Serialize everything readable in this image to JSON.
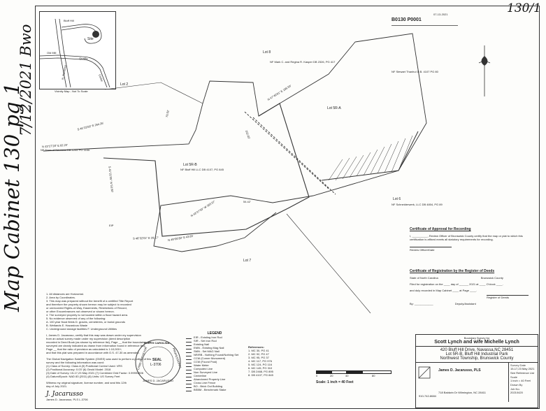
{
  "handwriting": {
    "cabinet": "Map Cabinet 130 pg 1",
    "date": "7/12/2021 Bwo",
    "page": "130/1"
  },
  "stamp": {
    "book_page": "B0130 P0001",
    "date": "07-13-2021"
  },
  "vicinity": {
    "road_bluff_hill": "Bluff Hill",
    "road_old_mill": "Old Mill",
    "road_navassa": "N. Navassa",
    "road_quality": "Quality",
    "road_cedar": "Cedar",
    "site": "Site",
    "caption": "Vicinity Map - Not To Scale"
  },
  "plat_labels": {
    "lot2": "Lot 2",
    "lot8": "Lot 8",
    "lot5rb": "Lot 5R-B",
    "lot5ra": "Lot 5R-A",
    "lot7": "Lot 7",
    "lot6": "Lot 6",
    "dim1": "S 46°23'59\" E 264.26'",
    "dim2": "N 43°27'28\" E 82.20'",
    "dim3": "S 46°32'01\" E 29.17'",
    "dim4": "N 49°00'30\" E 43.65'",
    "dim5": "S 41°21'05\" W 53.50'",
    "dim6": "N 47°40'01\" E 185.59'",
    "dim7": "N 43°27'33\" W 203.57'",
    "iron": "EIP",
    "dist1": "102.03'",
    "dist2": "76.52'",
    "dist3": "54.42'",
    "owner1": "NF Town of Navassa DB 1245 PG 1155",
    "owner2": "NF Bluff Hill LLC DB 4107, PG 845",
    "owner3": "NF Schneiderwerk, LLC DB 4804, PG 89",
    "owner4": "NF Mark C. and Regina R. Kasper DB 2326, PG 417",
    "owner5": "NF Stewart Thanhul D.B. 4107 PG 80"
  },
  "approval": {
    "heading": "Certificate of Approval for Recording",
    "body": "I, __________, Review Officer of Brunswick County certify that the map or plat to which this certification is affixed meets all statutory requirements for recording.",
    "signer": "Review Officer/Date"
  },
  "registration": {
    "heading": "Certificate of Registration by the Register of Deeds",
    "state": "State of North Carolina",
    "county": "Brunswick County",
    "line1": "Filed for registration on the ____ day of ______ 2021 at ____ O'clock ____.",
    "line2": "and duly recorded in Map Cabinet ____ at Page ____.",
    "register": "Register of Deeds",
    "deputy": "Deputy/Assistant",
    "by": "By: ____________"
  },
  "notes": {
    "items": [
      "1. All distances are Horizontal.",
      "2. Area by Coordinates.",
      "3. This map was prepared without the benefit of a certified Title Report",
      "and therefore the property shown hereon may be subject to recorded",
      "or unrecorded Rights-of-Way, Easements, Restrictions of Record,",
      "or other Encumbrances not observed or shown hereon.",
      "4. The surveyed property is not located within a flood hazard area.",
      "5. No evidence observed of any of the following:",
      "A. 100 year flood fields   D. graves, cemeteries, or burial grounds",
      "B. Wetlands                E. Hazardous Waste",
      "C. Underground storage facilities  F. Underground Utilities"
    ],
    "cert": [
      "I, James D. Jacarusso, certify that this map was drawn under my supervision",
      "from an actual survey made under my supervision (deed description",
      "recorded in Deed Book (as shown by reference list), Page __ that the boundaries not",
      "surveyed are clearly indicated as drawn from information found in reference list);",
      "Page __ that the ratio of precision as calculated is 1:10,000+;",
      "and that this plat was prepared in accordance with G.S. 47-30 as amended."
    ],
    "gps": [
      "The Global Navigation Satellite System (GNSS) was used to perform a portion of this",
      "survey and the following information was used:",
      "(1) Class of Survey: Class A   (5) Positional Control Used: VRS",
      "(2) Positional Accuracy: 0.03'  (6) Geoid Model: 2018",
      "(3) Date of Survey: 15-17,23 May 2021  (7) Combined Grid Factor: 0.99993806",
      "(4) Datum/Epoch: NAD 83 (2011)  (8) Units: US Survey Feet"
    ],
    "witness": "Witness my original signature, license number, and seal this 12th day of July 2021.",
    "signer": "James D. Jacarusso, PLS  L-3706"
  },
  "seal": {
    "top": "NORTH CAROLINA",
    "middle": "SEAL",
    "number": "L-3706",
    "bottom": "JAMES D. JACARUSSO",
    "right_arc": "PROFESSIONAL",
    "left_arc": "LAND SURVEYOR"
  },
  "legend": {
    "title": "LEGEND",
    "items": [
      "EIR - Existing Iron Rod",
      "SIR - Set Iron Rod",
      "Existing Nail",
      "EMN - Existing Mag Nail",
      "SMN - Set MAG Nail",
      "NR/RB - Nothing Found/Nothing Set",
      "CCM (Corner Monument)",
      "CCM (Found Post)",
      "Water Meter",
      "Computed Line",
      "Non Surveyed Line",
      "Centerline",
      "Abandoned Property Line",
      "Cross Line Fence",
      "BO - Brick Out Building",
      "BSBM - Benchmark Stake"
    ]
  },
  "references": {
    "title": "References:",
    "items": [
      "1. MC 30, PG 41",
      "2. MC 92, PG 47",
      "3. MC 95, PG 37",
      "4. MC 117, PG 976",
      "5. MC 124, PG 116",
      "6. MC 145, PG 310",
      "7. DB 2468, PG 895",
      "8. DB 4107, PG 845"
    ]
  },
  "scale": {
    "ticks": [
      "0",
      "20",
      "40",
      "80"
    ],
    "label": "Scale: 1 inch = 40 Feet"
  },
  "title_block": {
    "heading": "Boundary Survey for",
    "client": "Scott Lynch and wife Michelle Lynch",
    "address": "420 Bluff Hill Drive, Navassa,NC 28451",
    "lot": "Lot 5R-B, Bluff Hill Industrial Park",
    "township": "Northwest Township, Brunswick County",
    "firm": "James D. Jacarusso, PLS",
    "firm_addr": "718 Baldwin Dr Wilmington, NC 28411",
    "firm_phone": "910-742-8684",
    "survey_date_label": "Survey Date",
    "survey_date": "15-17,23 May 2021",
    "ref_label": "See Reference List",
    "scale_label": "Scale",
    "scale_value": "1 inch = 40 Feet",
    "drawn_label": "Drawn By",
    "job_label": "Job No.",
    "job_no": "20210420"
  }
}
